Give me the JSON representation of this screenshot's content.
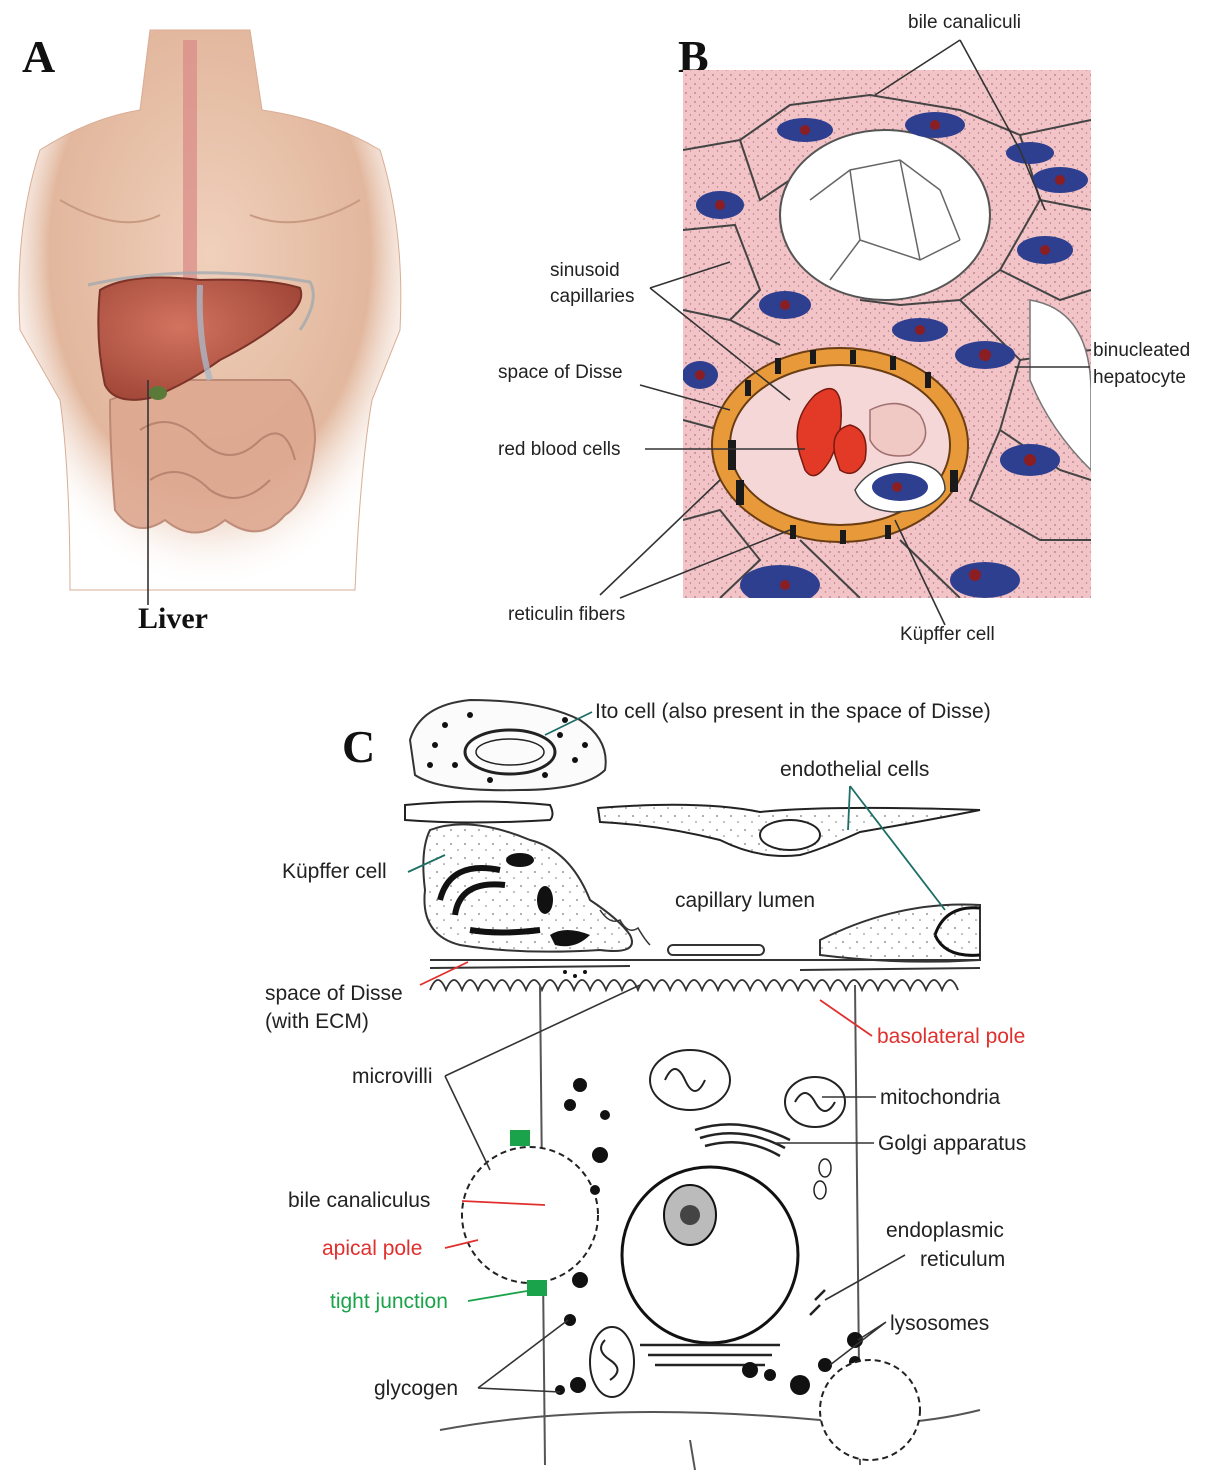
{
  "panels": {
    "a": {
      "letter": "A",
      "label_liver": "Liver"
    },
    "b": {
      "letter": "B",
      "labels": {
        "bile_canaliculi": "bile canaliculi",
        "sinusoid_line1": "sinusoid",
        "sinusoid_line2": "capillaries",
        "binucleated_line1": "binucleated",
        "binucleated_line2": "hepatocyte",
        "space_of_disse": "space of Disse",
        "red_blood_cells": "red blood cells",
        "reticulin_fibers": "reticulin fibers",
        "kupffer_cell": "Küpffer cell"
      }
    },
    "c": {
      "letter": "C",
      "labels": {
        "ito_cell": "Ito cell (also present in the space of Disse)",
        "endothelial_cells": "endothelial cells",
        "kupffer_cell": "Küpffer cell",
        "capillary_lumen": "capillary lumen",
        "space_of_disse_line1": "space of Disse",
        "space_of_disse_line2": "(with ECM)",
        "basolateral_pole": "basolateral pole",
        "microvilli": "microvilli",
        "mitochondria": "mitochondria",
        "golgi_apparatus": "Golgi apparatus",
        "bile_canaliculus": "bile canaliculus",
        "apical_pole": "apical pole",
        "tight_junction": "tight junction",
        "er_line1": "endoplasmic",
        "er_line2": "reticulum",
        "lysosomes": "lysosomes",
        "glycogen": "glycogen"
      }
    }
  },
  "colors": {
    "skin": "#e8c2aa",
    "liver": "#b8584a",
    "hepatocyte_pink": "#f2c4c8",
    "nucleus_blue": "#2e3f8f",
    "rbc_red": "#e23a26",
    "reticulin_orange": "#e89a3a",
    "label_red": "#e0302d",
    "label_green": "#1aa34a",
    "junction_green": "#1aa34a"
  }
}
